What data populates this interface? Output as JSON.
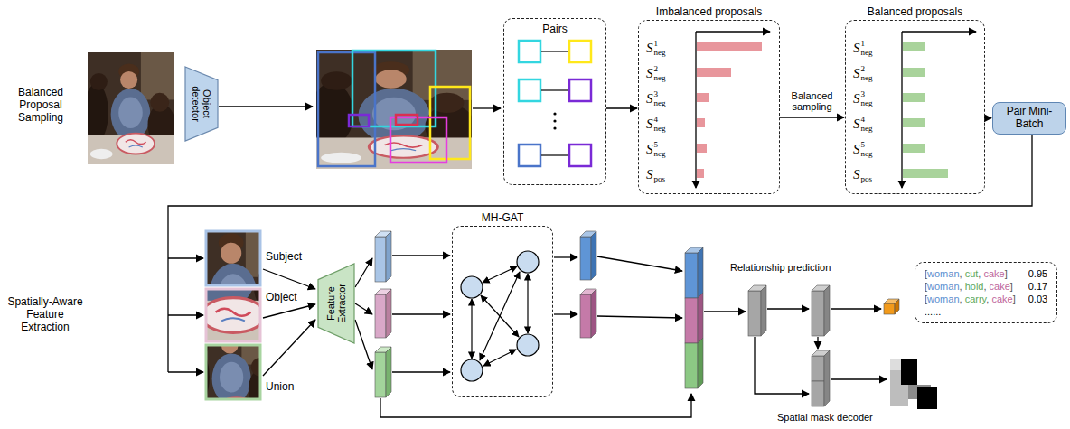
{
  "diagram": {
    "nodes": [
      {
        "text": [
          "Object detector"
        ]
      },
      {
        "text": [
          "Pairs"
        ]
      },
      {
        "text": [
          "Imbalanced proposals",
          "S1neg",
          "S2neg",
          "S3neg",
          "S4neg",
          "S5neg",
          "Spos"
        ]
      },
      {
        "text": [
          "Balanced proposals",
          "S1neg",
          "S2neg",
          "S3neg",
          "S4neg",
          "S5neg",
          "Spos"
        ]
      },
      {
        "text": [
          "Pair Mini-Batch"
        ]
      },
      {
        "text": [
          "Feature Extractor"
        ]
      },
      {
        "text": [
          "MH-GAT"
        ]
      },
      {
        "text": [
          "[woman, cut, cake]",
          "0.95",
          "[woman, hold, cake]",
          "0.17",
          "[woman, carry, cake]",
          "0.03",
          "......"
        ]
      }
    ],
    "edges": [
      {
        "from": 1,
        "to": 2,
        "arrow": "to"
      },
      {
        "from": 2,
        "to": 3,
        "label": "Balanced sampling",
        "arrow": "to"
      },
      {
        "from": 3,
        "to": 4,
        "arrow": "to"
      }
    ],
    "labels": [
      "Balanced Proposal Sampling",
      "Spatially-Aware Feature Extraction",
      "Subject",
      "Object",
      "Union",
      "Relationship prediction",
      "Spatial mask decoder"
    ]
  }
}
